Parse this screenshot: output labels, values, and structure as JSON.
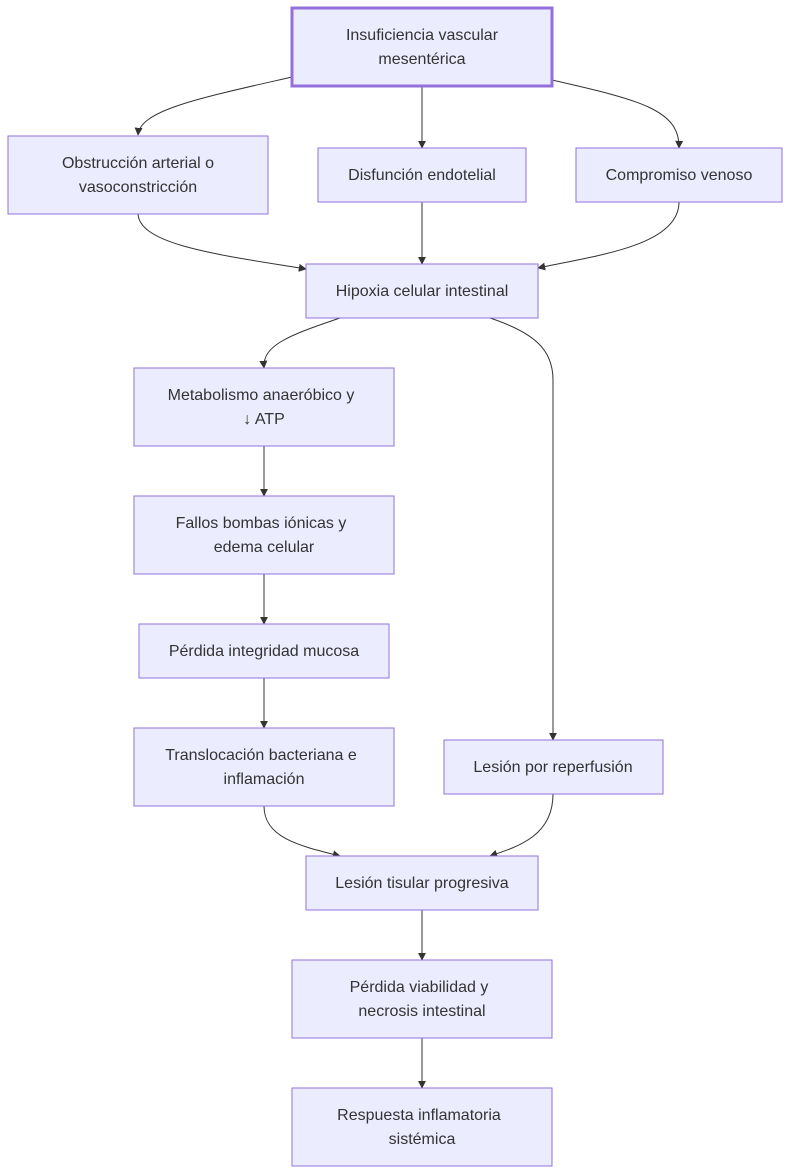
{
  "diagram": {
    "type": "flowchart",
    "direction": "top-down",
    "colors": {
      "node_fill": "#ececff",
      "node_border": "#9370db",
      "edge": "#333333",
      "text": "#333333"
    },
    "nodes": {
      "insuficiencia": [
        "Insuficiencia vascular",
        "mesentérica"
      ],
      "obstruccion": [
        "Obstrucción arterial o",
        "vasoconstricción"
      ],
      "disfuncion": [
        "Disfunción endotelial"
      ],
      "compromiso": [
        "Compromiso venoso"
      ],
      "hipoxia": [
        "Hipoxia celular intestinal"
      ],
      "metabolismo": [
        "Metabolismo anaeróbico y",
        "↓ ATP"
      ],
      "fallos": [
        "Fallos bombas iónicas y",
        "edema celular"
      ],
      "perdida_mucosa": [
        "Pérdida integridad mucosa"
      ],
      "translocacion": [
        "Translocación bacteriana e",
        "inflamación"
      ],
      "reperfusion": [
        "Lesión por reperfusión"
      ],
      "lesion_tisular": [
        "Lesión tisular progresiva"
      ],
      "necrosis": [
        "Pérdida viabilidad y",
        "necrosis intestinal"
      ],
      "respuesta": [
        "Respuesta inflamatoria",
        "sistémica"
      ]
    },
    "edges": [
      [
        "insuficiencia",
        "obstruccion"
      ],
      [
        "insuficiencia",
        "disfuncion"
      ],
      [
        "insuficiencia",
        "compromiso"
      ],
      [
        "obstruccion",
        "hipoxia"
      ],
      [
        "disfuncion",
        "hipoxia"
      ],
      [
        "compromiso",
        "hipoxia"
      ],
      [
        "hipoxia",
        "metabolismo"
      ],
      [
        "hipoxia",
        "reperfusion"
      ],
      [
        "metabolismo",
        "fallos"
      ],
      [
        "fallos",
        "perdida_mucosa"
      ],
      [
        "perdida_mucosa",
        "translocacion"
      ],
      [
        "translocacion",
        "lesion_tisular"
      ],
      [
        "reperfusion",
        "lesion_tisular"
      ],
      [
        "lesion_tisular",
        "necrosis"
      ],
      [
        "necrosis",
        "respuesta"
      ]
    ]
  }
}
